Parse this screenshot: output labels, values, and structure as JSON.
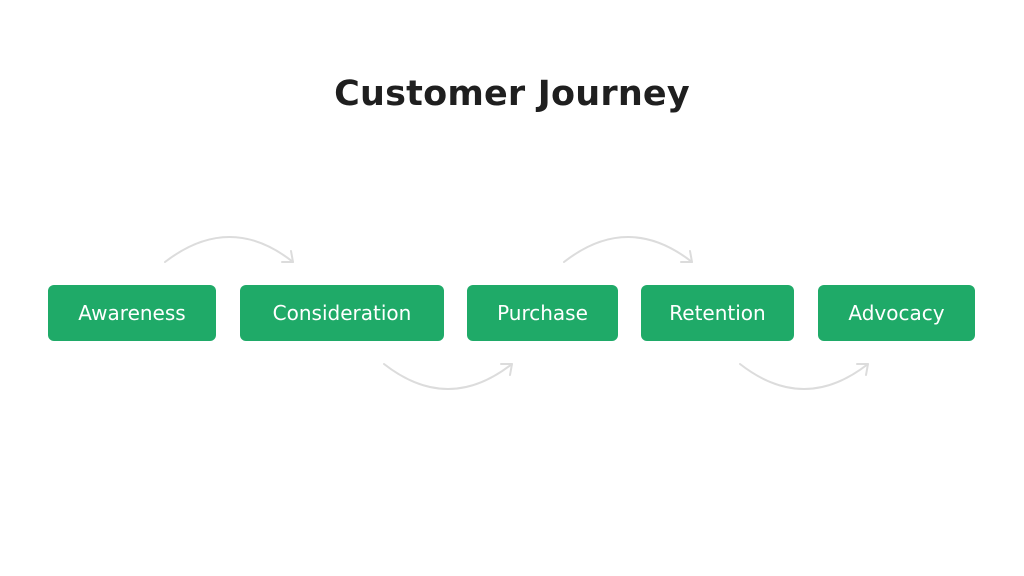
{
  "title": "Customer Journey",
  "stages": [
    {
      "label": "Awareness"
    },
    {
      "label": "Consideration"
    },
    {
      "label": "Purchase"
    },
    {
      "label": "Retention"
    },
    {
      "label": "Advocacy"
    }
  ],
  "colors": {
    "stage_fill": "#1faa68",
    "stage_text": "#ffffff",
    "title_text": "#1f1f1f",
    "connector": "#dcdcdc"
  },
  "icons": {
    "connector": "curved-arrow-icon"
  }
}
